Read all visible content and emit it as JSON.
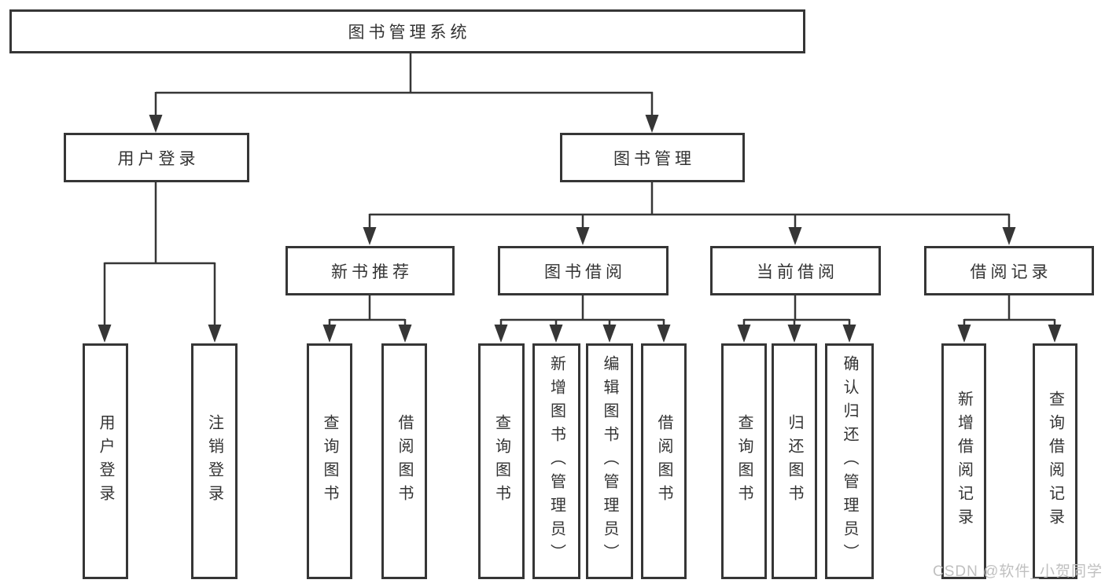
{
  "diagram": {
    "root": {
      "label": "图书管理系统"
    },
    "branches": [
      {
        "label": "用户登录",
        "children": [
          {
            "label": "用户登录"
          },
          {
            "label": "注销登录"
          }
        ]
      },
      {
        "label": "图书管理",
        "children": [
          {
            "label": "新书推荐",
            "children": [
              {
                "label": "查询图书"
              },
              {
                "label": "借阅图书"
              }
            ]
          },
          {
            "label": "图书借阅",
            "children": [
              {
                "label": "查询图书"
              },
              {
                "label": "新增图书（管理员）"
              },
              {
                "label": "编辑图书（管理员）"
              },
              {
                "label": "借阅图书"
              }
            ]
          },
          {
            "label": "当前借阅",
            "children": [
              {
                "label": "查询图书"
              },
              {
                "label": "归还图书"
              },
              {
                "label": "确认归还（管理员）"
              }
            ]
          },
          {
            "label": "借阅记录",
            "children": [
              {
                "label": "新增借阅记录"
              },
              {
                "label": "查询借阅记录"
              }
            ]
          }
        ]
      }
    ],
    "watermark": "CSDN @软件_小贺同学",
    "colors": {
      "line": "#363636",
      "text": "#333333",
      "background": "#ffffff",
      "watermark": "#c0c0c0"
    }
  }
}
